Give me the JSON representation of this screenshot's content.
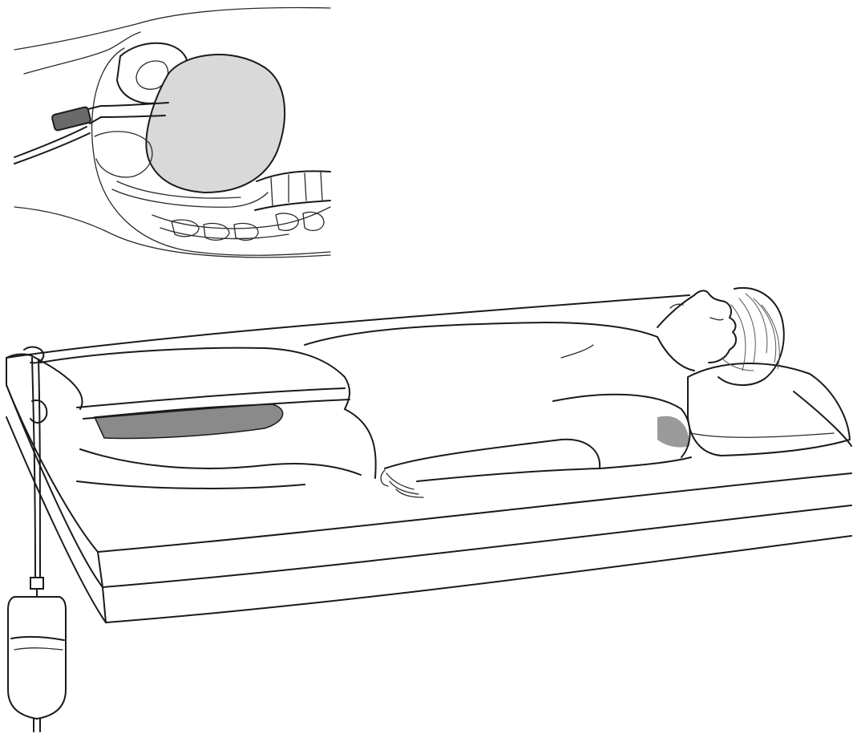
{
  "figure": {
    "colors": {
      "line": "#1a1a1a",
      "bladder_fill": "#d9d9d9",
      "shadow_fill": "#8a8a8a",
      "background": "#ffffff"
    },
    "parts": [
      "bladder-cross-section-inset",
      "urinary-catheter-tube",
      "patient-lying-supine",
      "bed-mattress",
      "pillow",
      "bed-sheet",
      "urine-drainage-bag"
    ]
  }
}
